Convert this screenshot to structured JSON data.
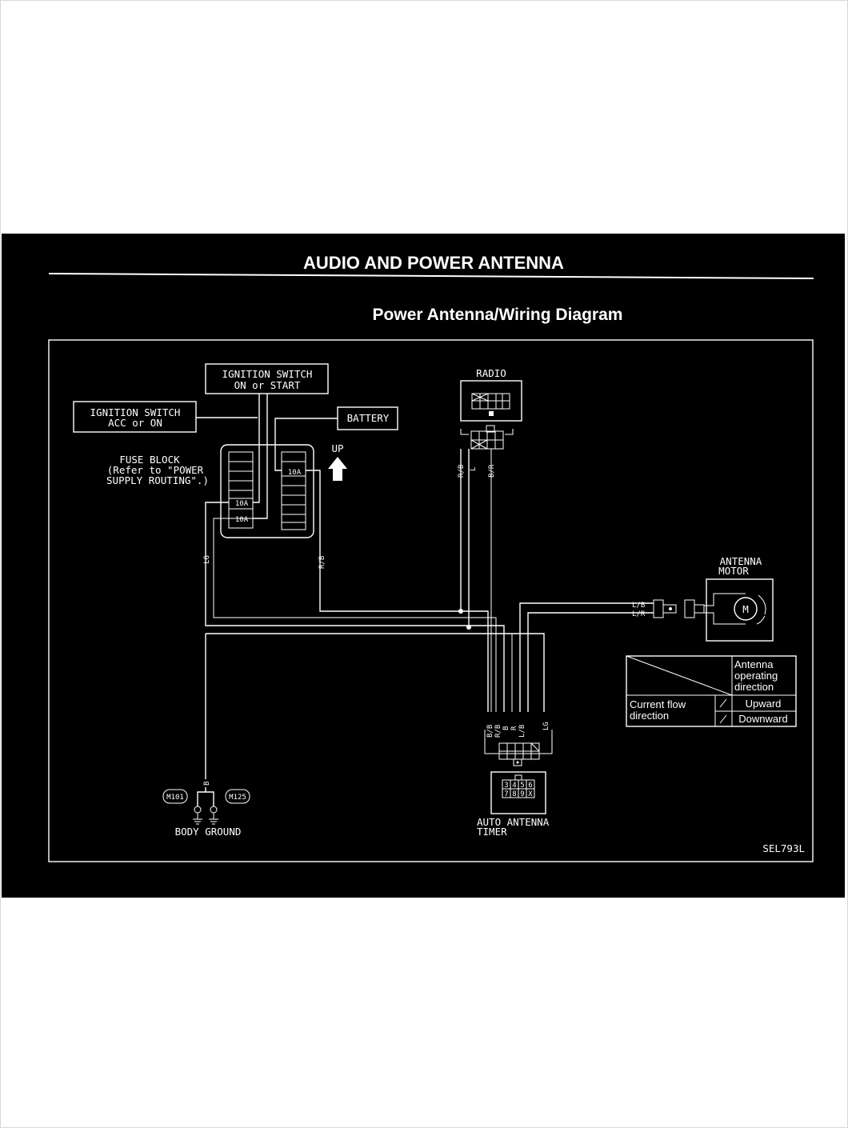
{
  "header": {
    "section_title": "AUDIO AND POWER ANTENNA",
    "diagram_title": "Power Antenna/Wiring Diagram"
  },
  "components": {
    "ignition_on_start": [
      "IGNITION SWITCH",
      "ON or START"
    ],
    "ignition_acc_on": [
      "IGNITION SWITCH",
      "ACC or ON"
    ],
    "battery": "BATTERY",
    "fuse_block": [
      "FUSE BLOCK",
      "(Refer to \"POWER",
      "SUPPLY ROUTING\".)"
    ],
    "fuse_rating": "10A",
    "up_label": "UP",
    "radio": "RADIO",
    "antenna_motor": [
      "ANTENNA",
      "MOTOR"
    ],
    "auto_antenna_timer": [
      "AUTO ANTENNA",
      "TIMER"
    ],
    "body_ground": "BODY GROUND",
    "ground_connectors": [
      "M101",
      "M125"
    ]
  },
  "wires": {
    "lg": "LG",
    "rb": "R/B",
    "l": "L",
    "br": "B/R",
    "lb": "L/B",
    "lr": "L/R",
    "b": "B",
    "bb": "B/B",
    "r": "R"
  },
  "table": {
    "header_right": [
      "Antenna",
      "operating",
      "direction"
    ],
    "header_left": [
      "Current flow",
      "direction"
    ],
    "rows": [
      "Upward",
      "Downward"
    ]
  },
  "timer_pins": {
    "top": [
      "3",
      "4",
      "5",
      "6"
    ],
    "bottom": [
      "7",
      "8",
      "9",
      "X"
    ]
  },
  "reference_code": "SEL793L"
}
